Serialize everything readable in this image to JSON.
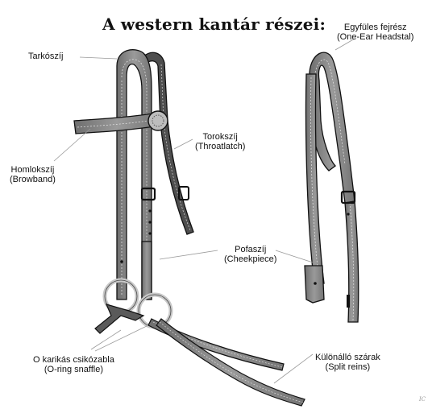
{
  "title": "A western kantár részei:",
  "labels": {
    "crown": "Tarkószíj",
    "one_ear_hu": "Egyfüles fejrész",
    "one_ear_en": "(One-Ear Headstal)",
    "throatlatch_hu": "Torokszíj",
    "throatlatch_en": "(Throatlatch)",
    "browband_hu": "Homlokszíj",
    "browband_en": "(Browband)",
    "cheekpiece_hu": "Pofaszíj",
    "cheekpiece_en": "(Cheekpiece)",
    "snaffle_hu": "O karikás csikózabla",
    "snaffle_en": "(O-ring snaffle)",
    "reins_hu": "Különálló szárak",
    "reins_en": "(Split reins)"
  },
  "watermark": "IC",
  "colors": {
    "leather": "#8a8a8a",
    "leather_dark": "#4a4a4a",
    "outline": "#111111",
    "stitch": "#e8e8e8",
    "ring": "#c8c8c8",
    "leader": "#9a9a9a"
  }
}
